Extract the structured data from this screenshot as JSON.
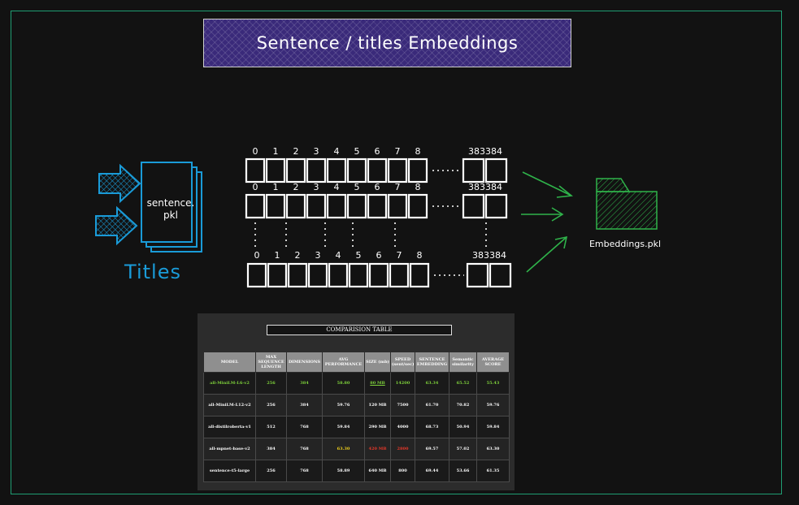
{
  "title": "Sentence / titles Embeddings",
  "input": {
    "file_label_line1": "sentence.",
    "file_label_line2": "pkl",
    "caption": "Titles"
  },
  "vector": {
    "indices": [
      "0",
      "1",
      "2",
      "3",
      "4",
      "5",
      "6",
      "7",
      "8"
    ],
    "last_indices": "383384"
  },
  "output": {
    "file_label": "Embeddings.pkl"
  },
  "colors": {
    "frame": "#1f9d72",
    "title_fill": "#3a2a7a",
    "input": "#1a9bd8",
    "output": "#2fb34a",
    "vector": "#ffffff"
  },
  "icons": [
    "arrow-icon",
    "document-stack-icon",
    "folder-icon"
  ],
  "table": {
    "title": "COMPARISION TABLE",
    "headers": [
      "MODEL",
      "MAX SEQUENCE LENGTH",
      "DIMENSIONS",
      "AVG PERFORMANCE",
      "SIZE (mb)",
      "SPEED (sent/sec)",
      "SENTENCE EMBEDDING",
      "Semantic similarity",
      "AVERAGE SCORE"
    ],
    "rows": [
      [
        "all-MiniLM-L6-v2",
        "256",
        "384",
        "58.80",
        "80 MB",
        "14200",
        "63.34",
        "65.52",
        "55.43"
      ],
      [
        "all-MiniLM-L12-v2",
        "256",
        "384",
        "59.76",
        "120 MB",
        "7500",
        "61.70",
        "70.82",
        "59.76"
      ],
      [
        "all-distilroberta-v1",
        "512",
        "768",
        "59.84",
        "290 MB",
        "4000",
        "68.73",
        "50.94",
        "59.84"
      ],
      [
        "all-mpnet-base-v2",
        "384",
        "768",
        "63.30",
        "420 MB",
        "2800",
        "69.57",
        "57.02",
        "63.30"
      ],
      [
        "sentence-t5-large",
        "256",
        "768",
        "58.89",
        "640 MB",
        "800",
        "69.44",
        "53.66",
        "61.35"
      ]
    ]
  }
}
